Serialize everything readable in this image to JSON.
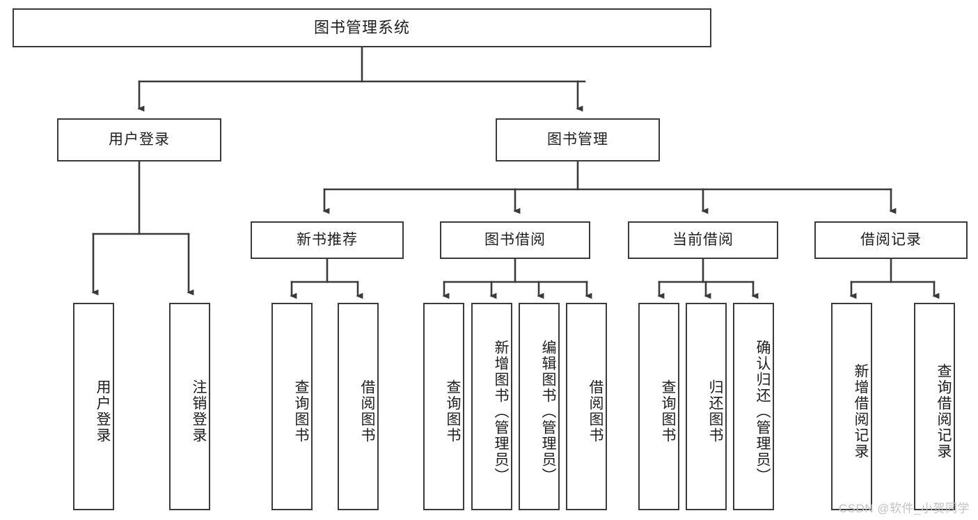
{
  "diagram": {
    "type": "tree",
    "title": "图书管理系统",
    "watermark": "CSDN @软件_小贺同学",
    "colors": {
      "border": "#3a3a3a",
      "background": "#ffffff",
      "text": "#1d1d1d",
      "watermark": "#c2c2c2"
    },
    "nodes": {
      "root": {
        "label": "图书管理系统"
      },
      "level1": [
        {
          "label": "用户登录"
        },
        {
          "label": "图书管理"
        }
      ],
      "level2": [
        {
          "label": "新书推荐"
        },
        {
          "label": "图书借阅"
        },
        {
          "label": "当前借阅"
        },
        {
          "label": "借阅记录"
        }
      ],
      "leaves": {
        "user_login": [
          {
            "label": "用户登录"
          },
          {
            "label": "注销登录"
          }
        ],
        "new_book_recommend": [
          {
            "label": "查询图书"
          },
          {
            "label": "借阅图书"
          }
        ],
        "book_borrow": [
          {
            "label": "查询图书"
          },
          {
            "label": "新增图书（管理员）"
          },
          {
            "label": "编辑图书（管理员）"
          },
          {
            "label": "借阅图书"
          }
        ],
        "current_borrow": [
          {
            "label": "查询图书"
          },
          {
            "label": "归还图书"
          },
          {
            "label": "确认归还（管理员）"
          }
        ],
        "borrow_record": [
          {
            "label": "新增借阅记录"
          },
          {
            "label": "查询借阅记录"
          }
        ]
      }
    }
  }
}
